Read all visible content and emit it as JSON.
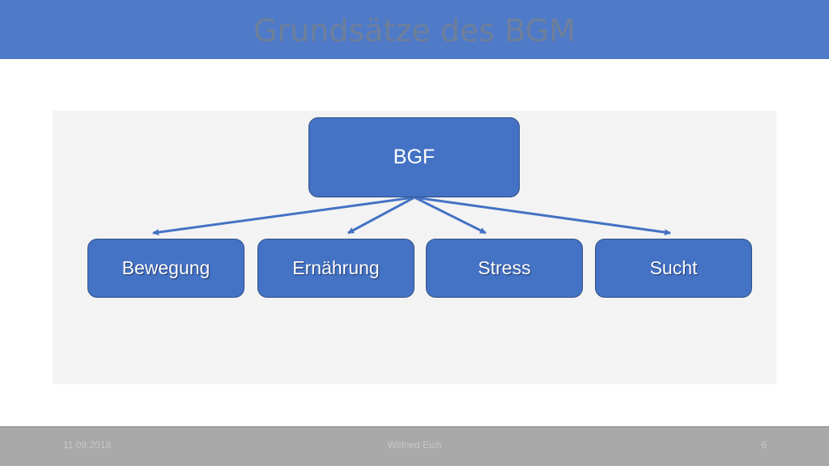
{
  "slide": {
    "title": "Grundsätze des BGM"
  },
  "diagram": {
    "root": "BGF",
    "children": [
      "Bewegung",
      "Ernährung",
      "Stress",
      "Sucht"
    ]
  },
  "footer": {
    "date": "11.09.2018",
    "author": "Wilfried Eich",
    "page": "6"
  },
  "colors": {
    "header": "#4f7ac7",
    "node_fill": "#4472c4",
    "arrow": "#4472c4",
    "panel": "#f3f3f3",
    "footer": "#a9a9a9"
  }
}
